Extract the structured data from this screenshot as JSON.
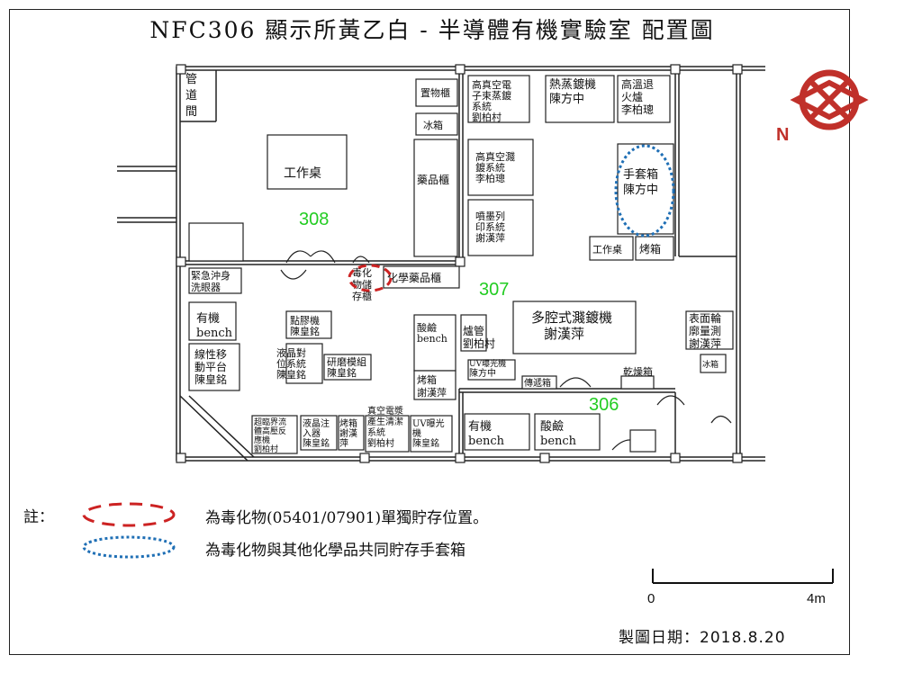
{
  "title": "NFC306 顯示所黃乙白 - 半導體有機實驗室 配置圖",
  "rooms": {
    "r308": "308",
    "r307": "307",
    "r306": "306"
  },
  "compass": {
    "label": "N",
    "color": "#c0302a"
  },
  "colors": {
    "toxic_ring": "#cc2222",
    "glovebox_ring": "#1f6fb5",
    "room_number": "#22cc22"
  },
  "labels": {
    "pipe_shaft": [
      "管",
      "道",
      "間"
    ],
    "workbench_308": "工作桌",
    "storage_cab": "置物櫃",
    "fridge_308": "冰箱",
    "chem_cab": "藥品櫃",
    "hv_evap": [
      "高真空電",
      "子束蒸鍍",
      "系統",
      "劉柏村"
    ],
    "thermal_evap": [
      "熱蒸鍍機",
      "陳方中"
    ],
    "ht_anneal": [
      "高溫退",
      "火爐",
      "李柏璁"
    ],
    "hv_sputter": [
      "高真空濺",
      "鍍系統",
      "李柏璁"
    ],
    "glovebox": [
      "手套箱",
      "陳方中"
    ],
    "inkjet": [
      "噴墨列",
      "印系統",
      "謝漢萍"
    ],
    "workbench_307": "工作桌",
    "oven_307": "烤箱",
    "emergency_shower": [
      "緊急沖身",
      "洗眼器"
    ],
    "toxic_cab": [
      "毒化",
      "物儲",
      "存櫃"
    ],
    "chem_cab2": "化學藥品櫃",
    "org_bench": [
      "有機",
      "bench"
    ],
    "dispenser": [
      "點膠機",
      "陳皇銘"
    ],
    "acid_bench_307": [
      "酸鹼",
      "bench"
    ],
    "furnace": [
      "爐管",
      "劉柏村"
    ],
    "multi_sputter": [
      "多腔式濺鍍機",
      "謝漢萍"
    ],
    "profilometer": [
      "表面輪",
      "廓量測",
      "謝漢萍"
    ],
    "fridge_307": "冰箱",
    "linear_stage": [
      "線性移",
      "動平台",
      "陳皇銘"
    ],
    "lc_align": [
      "液晶對",
      "位系統",
      "陳皇銘"
    ],
    "polish": [
      "研磨模組",
      "陳皇銘"
    ],
    "uv_exposure": [
      "UV曝光機",
      "陳方中"
    ],
    "passbox": "傳遞箱",
    "drybox": "乾燥箱",
    "oven_306": [
      "烤箱",
      "謝漢萍"
    ],
    "scf": [
      "超臨界流",
      "體高壓反",
      "應機",
      "劉柏村"
    ],
    "lc_inject": [
      "液晶注",
      "入器",
      "陳皇銘"
    ],
    "oven2": [
      "烤箱",
      "謝漢",
      "萍"
    ],
    "plasma": [
      "真空電漿",
      "產生清潔",
      "系統",
      "劉柏村"
    ],
    "uv2": [
      "UV曝光",
      "機",
      "陳皇銘"
    ],
    "org_bench_306": [
      "有機",
      "bench"
    ],
    "acid_bench_306": [
      "酸鹼",
      "bench"
    ]
  },
  "legend": {
    "note_label": "註：",
    "toxic_text": "為毒化物(05401/07901)單獨貯存位置。",
    "glovebox_text": "為毒化物與其他化學品共同貯存手套箱"
  },
  "scale": {
    "start": "0",
    "end": "4m"
  },
  "date": "製圖日期：2018.8.20"
}
